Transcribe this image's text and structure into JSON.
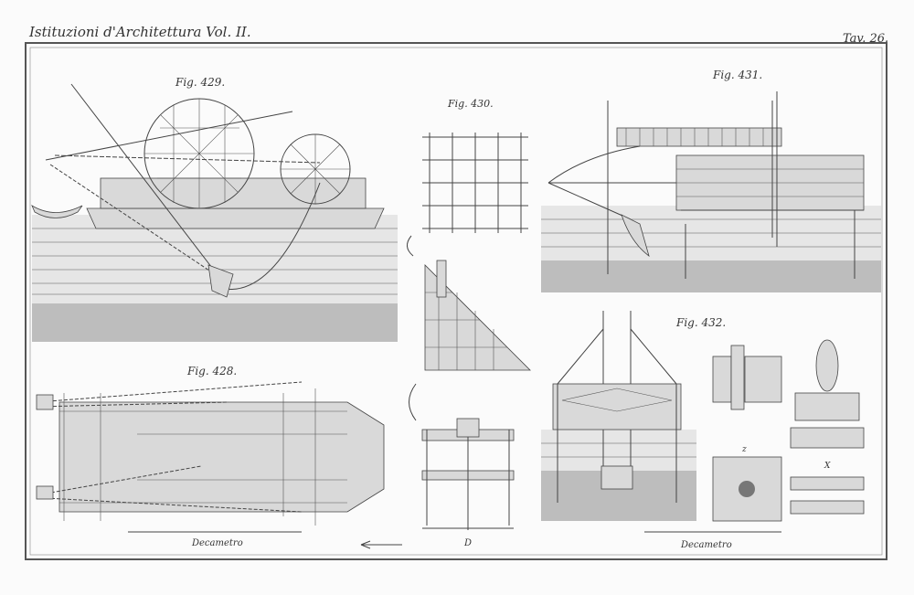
{
  "plate": {
    "header_title": "Istituzioni d'Architettura Vol. II.",
    "plate_number": "Tav. 26."
  },
  "figures": {
    "fig429": "Fig. 429.",
    "fig430": "Fig. 430.",
    "fig431": "Fig. 431.",
    "fig428": "Fig. 428.",
    "fig432": "Fig. 432."
  },
  "labels": {
    "scale_left": "Decametro",
    "scale_right": "Decametro",
    "letter_d": "D",
    "letter_x": "X",
    "letter_z": "z"
  }
}
